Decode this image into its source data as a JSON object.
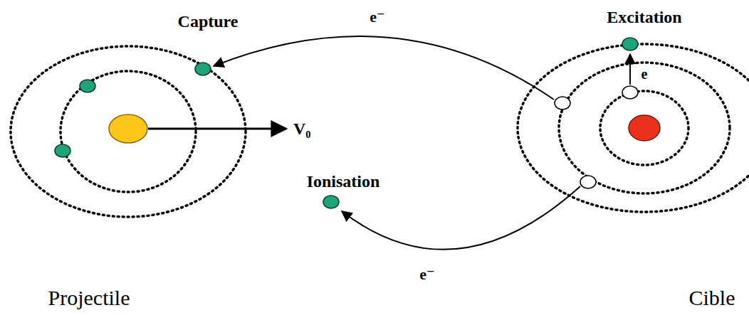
{
  "diagram": {
    "labels": [
      "Capture",
      "Excitation",
      "e⁻",
      "e",
      "V₀",
      "Ionisation",
      "e⁻",
      "Projectile",
      "Cible"
    ]
  }
}
